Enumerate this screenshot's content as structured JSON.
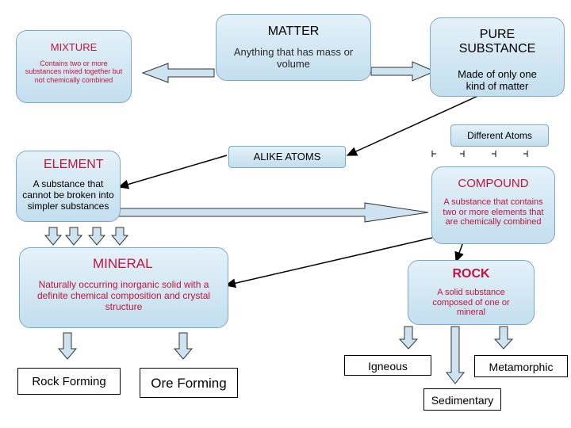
{
  "matter": {
    "title": "MATTER",
    "desc": "Anything that has mass or volume"
  },
  "mixture": {
    "title": "MIXTURE",
    "desc": "Contains two or more substances mixed together but not chemically combined"
  },
  "pure_substance": {
    "title": "PURE SUBSTANCE",
    "desc": "Made of only one kind of matter"
  },
  "different_atoms": {
    "label": "Different Atoms"
  },
  "alike_atoms": {
    "label": "ALIKE ATOMS"
  },
  "element": {
    "title": "ELEMENT",
    "desc": "A substance that cannot be broken into simpler substances"
  },
  "compound": {
    "title": "COMPOUND",
    "desc": "A substance that contains two or more elements that are chemically combined"
  },
  "mineral": {
    "title": "MINERAL",
    "desc": "Naturally occurring inorganic solid with a definite chemical composition and crystal structure"
  },
  "rock": {
    "title": "ROCK",
    "desc": "A solid substance composed of one or mineral"
  },
  "rock_forming": {
    "label": "Rock Forming"
  },
  "ore_forming": {
    "label": "Ore Forming"
  },
  "igneous": {
    "label": "Igneous"
  },
  "metamorphic": {
    "label": "Metamorphic"
  },
  "sedimentary": {
    "label": "Sedimentary"
  },
  "colors": {
    "red_text": "#c0143c",
    "box_blue": "#c3deee",
    "arrow_fill": "#cde3f0"
  }
}
